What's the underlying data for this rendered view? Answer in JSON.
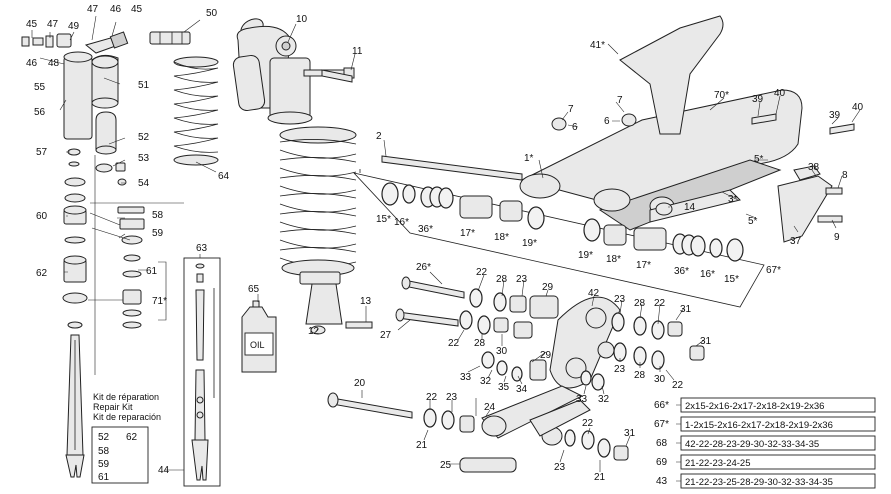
{
  "callouts": {
    "n45a": "45",
    "n47": "47",
    "n49": "49",
    "n47b": "47",
    "n46b": "46",
    "n45b": "45",
    "n50": "50",
    "n46a": "46",
    "n48": "48",
    "n55": "55",
    "n56": "56",
    "n51": "51",
    "n52": "52",
    "n53": "53",
    "n54": "54",
    "n57": "57",
    "n64": "64",
    "n10": "10",
    "n11": "11",
    "n58": "58",
    "n59": "59",
    "n60": "60",
    "n61": "61",
    "n62": "62",
    "n71": "71*",
    "n63": "63",
    "n65": "65",
    "n12": "12",
    "n13": "13",
    "n2": "2",
    "n41": "41*",
    "n7a": "7",
    "n6a": "6",
    "n7b": "7",
    "n6b": "6",
    "n70": "70*",
    "n39a": "39",
    "n40a": "40",
    "n39b": "39",
    "n40b": "40",
    "n1": "1*",
    "n5a": "5*",
    "n38": "38",
    "n8": "8",
    "n14": "14",
    "n3": "3*",
    "n5b": "5*",
    "n37": "37",
    "n9": "9",
    "n15a": "15*",
    "n16a": "16*",
    "n36a": "36*",
    "n17a": "17*",
    "n18a": "18*",
    "n19a": "19*",
    "n19b": "19*",
    "n18b": "18*",
    "n17b": "17*",
    "n36b": "36*",
    "n16b": "16*",
    "n15b": "15*",
    "n67": "67*",
    "n26": "26*",
    "n22a": "22",
    "n28a": "28",
    "n23a": "23",
    "n29a": "29",
    "n42": "42",
    "n23b": "23",
    "n28b": "28",
    "n22b": "22",
    "n31a": "31",
    "n27": "27",
    "n22c": "22",
    "n28c": "28",
    "n30a": "30",
    "n33a": "33",
    "n32a": "32",
    "n35": "35",
    "n34": "34",
    "n29b": "29",
    "n31b": "31",
    "n23c": "23",
    "n28d": "28",
    "n30b": "30",
    "n22d": "22",
    "n33b": "33",
    "n32b": "32",
    "n20": "20",
    "n22e": "22",
    "n23d": "23",
    "n21a": "21",
    "n24": "24",
    "n22f": "22",
    "n31c": "31",
    "n25": "25",
    "n23e": "23",
    "n21b": "21",
    "n44": "44"
  },
  "oil_label": "OIL",
  "kit": {
    "title_fr": "Kit de réparation",
    "title_en": "Repair Kit",
    "title_es": "Kit de reparación",
    "items": [
      "52",
      "62",
      "58",
      "59",
      "61"
    ]
  },
  "parts_table": [
    {
      "ref": "66*",
      "parts": "2x15-2x16-2x17-2x18-2x19-2x36"
    },
    {
      "ref": "67*",
      "parts": "1-2x15-2x16-2x17-2x18-2x19-2x36"
    },
    {
      "ref": "68",
      "parts": "42-22-28-23-29-30-32-33-34-35"
    },
    {
      "ref": "69",
      "parts": "21-22-23-24-25"
    },
    {
      "ref": "43",
      "parts": "21-22-23-25-28-29-30-32-33-34-35"
    }
  ]
}
